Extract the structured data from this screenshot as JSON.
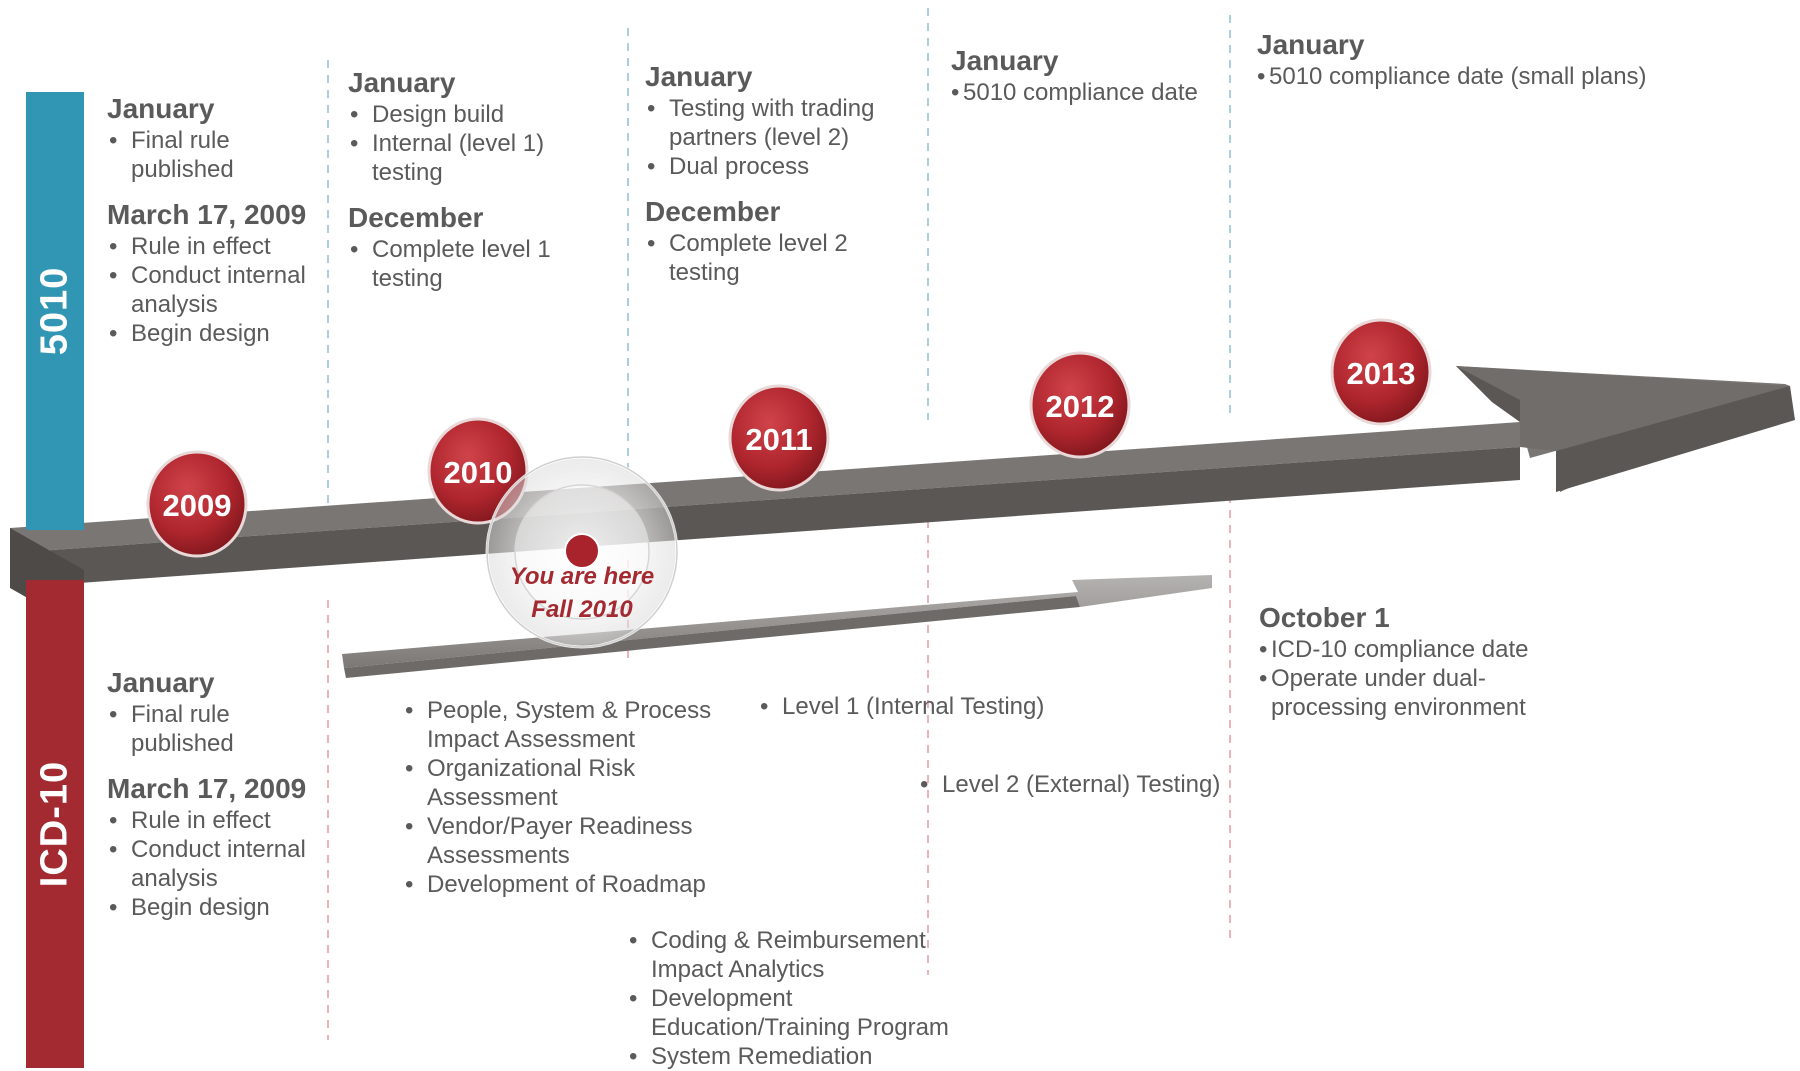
{
  "tracks": {
    "a": "5010",
    "b": "ICD-10"
  },
  "years": [
    "2009",
    "2010",
    "2011",
    "2012",
    "2013"
  ],
  "marker": {
    "line1": "You are here",
    "line2": "Fall 2010"
  },
  "upper": {
    "col1": {
      "h1": "January",
      "items1": [
        "Final rule published"
      ],
      "h2": "March 17, 2009",
      "items2": [
        "Rule in effect",
        "Conduct internal analysis",
        "Begin design"
      ]
    },
    "col2": {
      "h1": "January",
      "items1": [
        "Design build",
        "Internal (level 1) testing"
      ],
      "h2": "December",
      "items2": [
        "Complete level 1 testing"
      ]
    },
    "col3": {
      "h1": "January",
      "items1": [
        "Testing with trading partners (level 2)",
        "Dual process"
      ],
      "h2": "December",
      "items2": [
        "Complete level 2 testing"
      ]
    },
    "col4": {
      "h1": "January",
      "items1": [
        "5010 compliance date"
      ]
    },
    "col5": {
      "h1": "January",
      "items1": [
        "5010 compliance date (small plans)"
      ]
    }
  },
  "lower": {
    "col1": {
      "h1": "January",
      "items1": [
        "Final rule published"
      ],
      "h2": "March 17, 2009",
      "items2": [
        "Rule in effect",
        "Conduct internal analysis",
        "Begin design"
      ]
    },
    "col2": {
      "items": [
        "People, System & Process Impact Assessment",
        "Organizational Risk Assessment",
        "Vendor/Payer Readiness Assessments",
        "Development of Roadmap"
      ]
    },
    "col3": {
      "items": [
        "Coding & Reimbursement Impact Analytics",
        "Development Education/Training Program",
        "System Remediation"
      ]
    },
    "level1": "Level 1 (Internal Testing)",
    "level2": "Level 2 (External) Testing)",
    "col5": {
      "h1": "October 1",
      "items1": [
        "ICD-10 compliance date",
        "Operate under dual-processing environment"
      ]
    }
  },
  "colors": {
    "blue_band": "#3196b3",
    "red_band": "#a22a30",
    "arrow_top": "#7a7674",
    "arrow_side": "#55514f",
    "year_badge": "#b0262e",
    "text": "#5a5a5a"
  }
}
